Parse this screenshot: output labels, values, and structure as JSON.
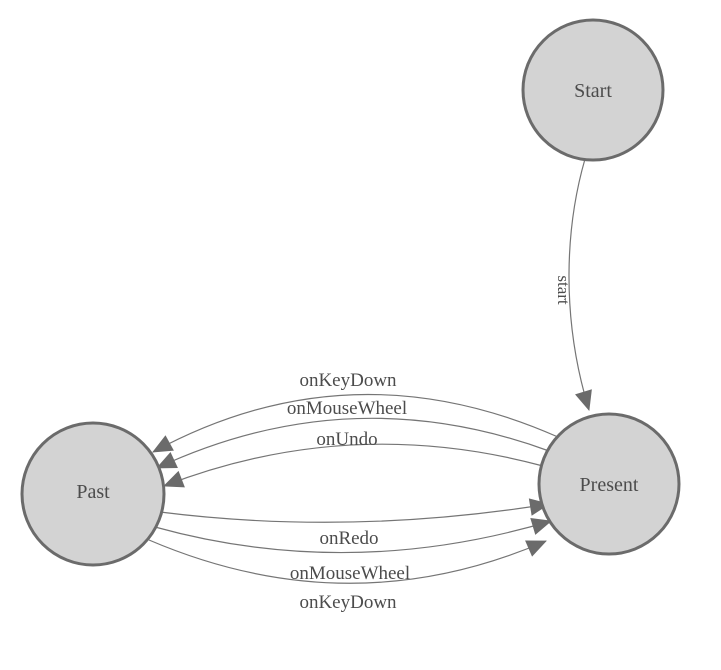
{
  "colors": {
    "background": "#ffffff",
    "node-fill": "#d3d3d3",
    "node-stroke": "#6b6b6b",
    "edge-stroke": "#757575",
    "arrow-fill": "#6b6b6b",
    "label-text": "#4c4c4c"
  },
  "diagram": {
    "type": "state-machine",
    "nodes": [
      {
        "id": "start",
        "label": "Start"
      },
      {
        "id": "present",
        "label": "Present"
      },
      {
        "id": "past",
        "label": "Past"
      }
    ],
    "edges": [
      {
        "id": "start-to-present",
        "from": "Start",
        "to": "Present",
        "label": "start"
      },
      {
        "id": "present-to-past-onkeydown",
        "from": "Present",
        "to": "Past",
        "label": "onKeyDown"
      },
      {
        "id": "present-to-past-onmousewheel",
        "from": "Present",
        "to": "Past",
        "label": "onMouseWheel"
      },
      {
        "id": "present-to-past-onundo",
        "from": "Present",
        "to": "Past",
        "label": "onUndo"
      },
      {
        "id": "past-to-present-onredo",
        "from": "Past",
        "to": "Present",
        "label": "onRedo"
      },
      {
        "id": "past-to-present-onmousewheel",
        "from": "Past",
        "to": "Present",
        "label": "onMouseWheel"
      },
      {
        "id": "past-to-present-onkeydown",
        "from": "Past",
        "to": "Present",
        "label": "onKeyDown"
      }
    ]
  }
}
